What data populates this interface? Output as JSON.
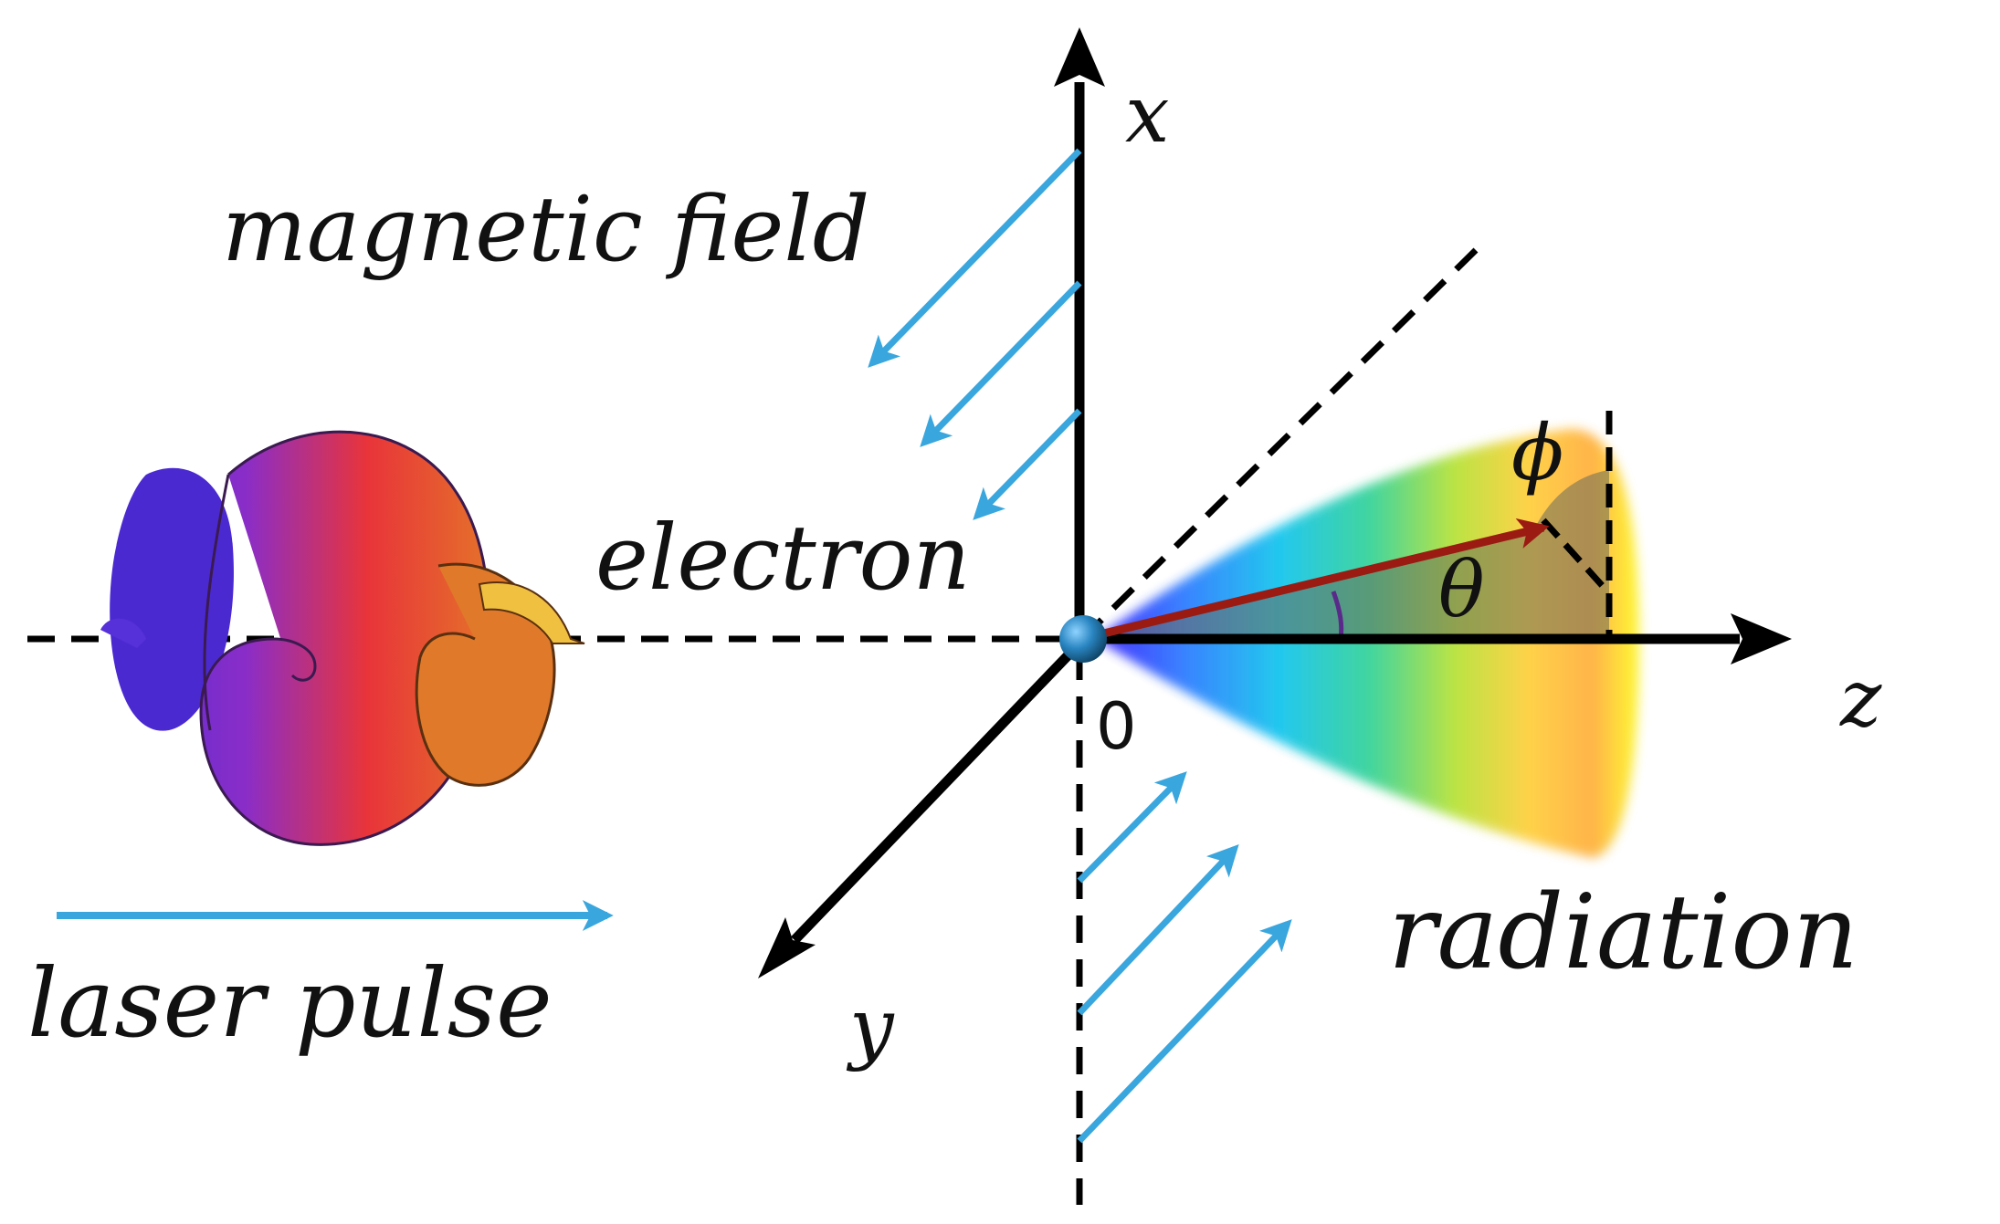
{
  "labels": {
    "x_axis": "x",
    "y_axis": "y",
    "z_axis": "z",
    "origin": "0",
    "magnetic_field": "magnetic field",
    "electron": "electron",
    "radiation": "radiation",
    "laser_pulse": "laser pulse",
    "theta": "θ",
    "phi": "ϕ"
  },
  "colors": {
    "axis": "#000000",
    "field_arrow": "#3aa6de",
    "radiation_vector": "#9b1b12",
    "electron": "#1f6e9c",
    "angle_wedge": "#6b6b5a"
  },
  "icons": {
    "electron": "electron-sphere",
    "laser": "helical-laser-pulse",
    "radiation": "radiation-cone"
  }
}
